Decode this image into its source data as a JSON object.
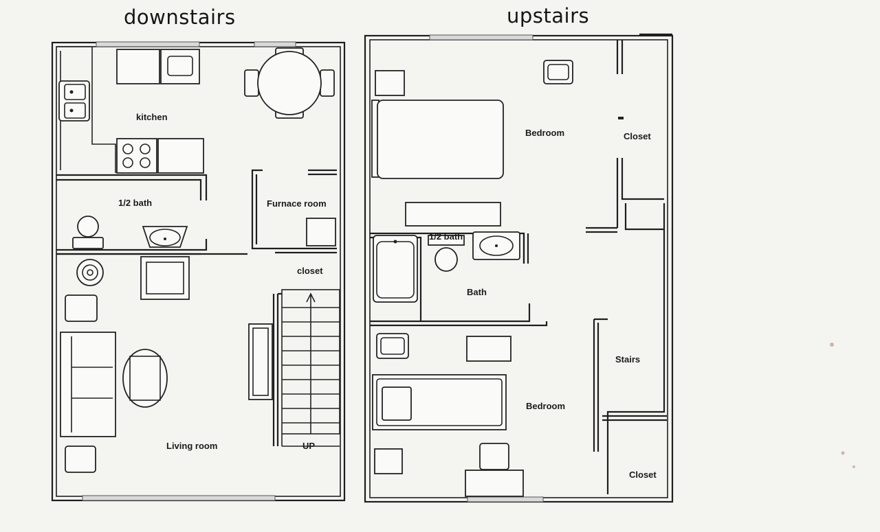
{
  "titles": {
    "downstairs": "downstairs",
    "upstairs": "upstairs"
  },
  "rooms": {
    "kitchen": "kitchen",
    "half_bath_down": "1/2 bath",
    "furnace_room": "Furnace room",
    "closet_down": "closet",
    "living_room": "Living room",
    "stairs_up": "UP",
    "bedroom_upper": "Bedroom",
    "closet_upper": "Closet",
    "half_bath_up": "1/2 bath",
    "bath": "Bath",
    "stairs": "Stairs",
    "bedroom_lower": "Bedroom",
    "closet_lower": "Closet"
  }
}
